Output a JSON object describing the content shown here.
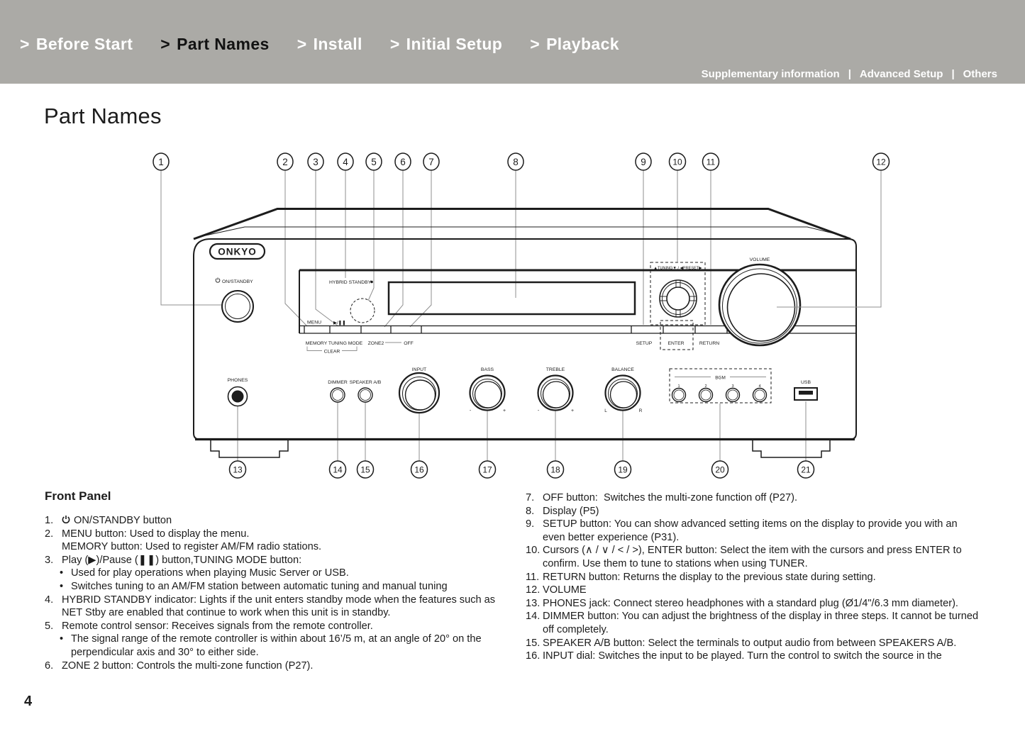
{
  "nav": {
    "chevron": ">",
    "items": [
      {
        "label": "Before Start"
      },
      {
        "label": "Part Names"
      },
      {
        "label": "Install"
      },
      {
        "label": "Initial Setup"
      },
      {
        "label": "Playback"
      }
    ],
    "separator": "|",
    "sub_items": [
      "Supplementary information",
      "Advanced Setup",
      "Others"
    ]
  },
  "title": "Part Names",
  "page_number": "4",
  "colors": {
    "banner": "#abaaa6",
    "active_tab": "#121212",
    "text": "#1c1c1c"
  },
  "diagram": {
    "brand": "ONKYO",
    "callouts_top": [
      "1",
      "2",
      "3",
      "4",
      "5",
      "6",
      "7",
      "8",
      "9",
      "10",
      "11",
      "12"
    ],
    "callouts_bottom": [
      "13",
      "14",
      "15",
      "16",
      "17",
      "18",
      "19",
      "20",
      "21"
    ],
    "labels": {
      "on_standby": "ON/STANDBY",
      "hybrid_standby": "HYBRID STANDBY",
      "menu": "MENU",
      "play_pause": "▶/❚❚",
      "memory": "MEMORY",
      "clear": "CLEAR",
      "tuning_mode": "TUNING MODE",
      "zone2": "ZONE2",
      "off": "OFF",
      "setup": "SETUP",
      "enter": "ENTER",
      "return": "RETURN",
      "tuning_preset": "▲TUNING▼ / ◀PRESET▶",
      "volume": "VOLUME",
      "phones": "PHONES",
      "dimmer": "DIMMER",
      "speaker_ab": "SPEAKER A/B",
      "input": "INPUT",
      "bass": "BASS",
      "treble": "TREBLE",
      "balance": "BALANCE",
      "bgm": "BGM",
      "bgm_1": "1",
      "bgm_2": "2",
      "bgm_3": "3",
      "bgm_4": "4",
      "usb": "USB",
      "minus": "-",
      "plus": "+",
      "left": "L",
      "right": "R"
    }
  },
  "section": {
    "heading": "Front Panel"
  },
  "items_left": [
    {
      "num": "1.",
      "text": "ON/STANDBY button"
    },
    {
      "num": "2.",
      "text": "MENU button: Used to display the menu."
    },
    {
      "num": "",
      "text": "MEMORY button: Used to register AM/FM radio stations."
    },
    {
      "num": "3.",
      "text": "Play (▶)/Pause (❚❚) button,TUNING MODE button:"
    },
    {
      "num": "•",
      "text": "Used for play operations when playing Music Server or USB."
    },
    {
      "num": "•",
      "text": "Switches tuning to an AM/FM station between automatic tuning and manual tuning"
    },
    {
      "num": "4.",
      "text": "HYBRID STANDBY indicator: Lights if the unit enters standby mode when the features such as NET Stby are enabled that continue to work when this unit is in standby."
    },
    {
      "num": "5.",
      "text": "Remote control sensor: Receives signals from the remote controller."
    },
    {
      "num": "•",
      "text": "The signal range of the remote controller is within about 16’/5 m, at an angle of 20° on the perpendicular axis and 30° to either side."
    },
    {
      "num": "6.",
      "text": "ZONE 2 button: Controls the multi-zone function (P27)."
    }
  ],
  "items_right": [
    {
      "num": "7.",
      "text": "OFF button:  Switches the multi-zone function off (P27)."
    },
    {
      "num": "8.",
      "text": "Display (P5)"
    },
    {
      "num": "9.",
      "text": "SETUP button: You can show advanced setting items on the display to provide you with an even better experience (P31)."
    },
    {
      "num": "10.",
      "text": "Cursors (∧ / ∨ / < / >), ENTER button: Select the item with the cursors and press ENTER to confirm. Use them to tune to stations when using TUNER."
    },
    {
      "num": "11.",
      "text": "RETURN button: Returns the display to the previous state during setting."
    },
    {
      "num": "12.",
      "text": "VOLUME"
    },
    {
      "num": "13.",
      "text": "PHONES jack: Connect stereo headphones with a standard plug (Ø1/4\"/6.3 mm diameter)."
    },
    {
      "num": "14.",
      "text": "DIMMER button: You can adjust the brightness of the display in three steps. It cannot be turned off completely."
    },
    {
      "num": "15.",
      "text": "SPEAKER A/B button: Select the terminals to output audio from between SPEAKERS A/B."
    },
    {
      "num": "16.",
      "text": "INPUT dial: Switches the input to be played. Turn the control to switch the source in the"
    }
  ]
}
